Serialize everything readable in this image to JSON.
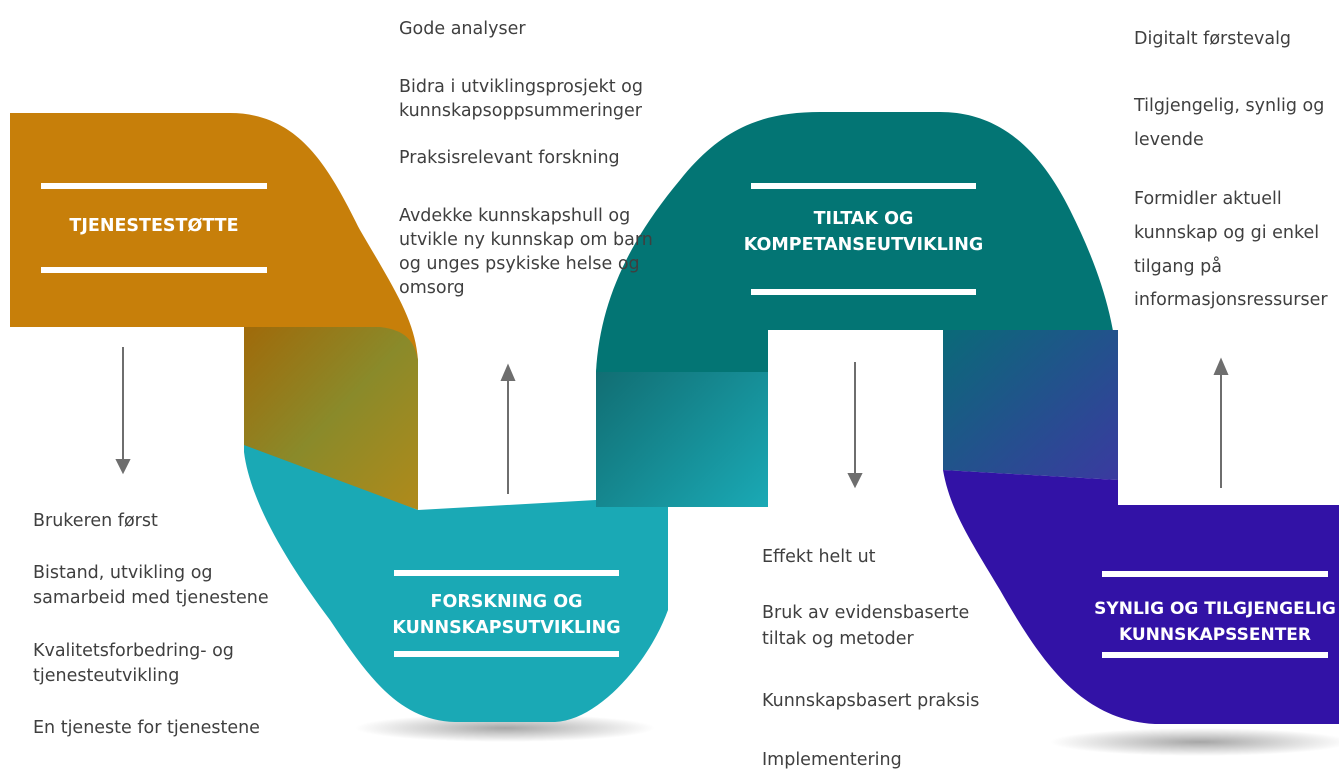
{
  "colors": {
    "tjenestestotte": "#c77f0a",
    "forskning": "#1aa9b5",
    "tiltak": "#037574",
    "synlig": "#3212a6",
    "text": "#3f3f3f",
    "arrow": "#6e6e6e"
  },
  "stages": {
    "tjenestestotte": {
      "label": "TJENESTESTØTTE"
    },
    "forskning": {
      "label_line1": "FORSKNING OG",
      "label_line2": "KUNNSKAPSUTVIKLING"
    },
    "tiltak": {
      "label_line1": "TILTAK OG",
      "label_line2": "KOMPETANSEUTVIKLING"
    },
    "synlig": {
      "label_line1": "SYNLIG OG TILGJENGELIG",
      "label_line2": "KUNNSKAPSSENTER"
    }
  },
  "notes": {
    "forskning": {
      "p1": "Gode analyser",
      "p2_l1": "Bidra i utviklingsprosjekt og",
      "p2_l2": "kunnskapsoppsummeringer",
      "p3": "Praksisrelevant forskning",
      "p4_l1": "Avdekke kunnskapshull og",
      "p4_l2": "utvikle ny kunnskap om barn",
      "p4_l3": "og unges psykiske helse og",
      "p4_l4": "omsorg"
    },
    "synlig": {
      "p1": "Digitalt førstevalg",
      "p2_l1": "Tilgjengelig, synlig og",
      "p2_l2": "levende",
      "p3_l1": "Formidler aktuell",
      "p3_l2": "kunnskap og  gi enkel",
      "p3_l3": "tilgang på",
      "p3_l4": "informasjonsressurser"
    },
    "tjenestestotte": {
      "p1": "Brukeren først",
      "p2_l1": "Bistand, utvikling og",
      "p2_l2": "samarbeid med tjenestene",
      "p3_l1": "Kvalitetsforbedring- og",
      "p3_l2": "tjenesteutvikling",
      "p4": "En tjeneste for tjenestene"
    },
    "tiltak": {
      "p1": "Effekt helt ut",
      "p2_l1": "Bruk av evidensbaserte",
      "p2_l2": "tiltak og metoder",
      "p3": "Kunnskapsbasert praksis",
      "p4": "Implementering"
    }
  }
}
